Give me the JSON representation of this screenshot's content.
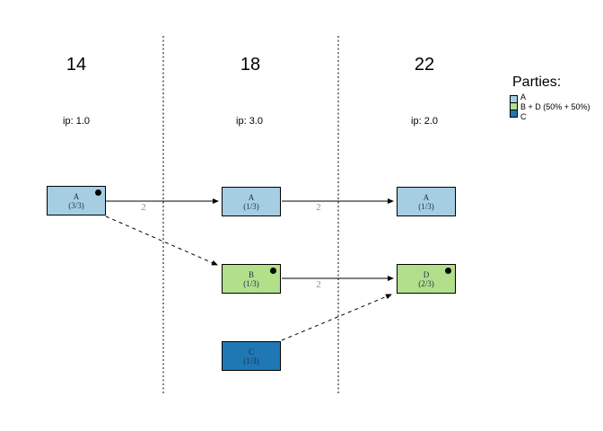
{
  "columns": [
    {
      "year": "14",
      "ip": "ip: 1.0"
    },
    {
      "year": "18",
      "ip": "ip: 3.0"
    },
    {
      "year": "22",
      "ip": "ip: 2.0"
    }
  ],
  "nodes": [
    {
      "id": "A-14",
      "column": "14",
      "label": "A",
      "share": "(3/3)",
      "party": "A",
      "color": "#a6cee3",
      "marker_dot": true
    },
    {
      "id": "A-18",
      "column": "18",
      "label": "A",
      "share": "(1/3)",
      "party": "A",
      "color": "#a6cee3",
      "marker_dot": false
    },
    {
      "id": "A-22",
      "column": "22",
      "label": "A",
      "share": "(1/3)",
      "party": "A",
      "color": "#a6cee3",
      "marker_dot": false
    },
    {
      "id": "B-18",
      "column": "18",
      "label": "B",
      "share": "(1/3)",
      "party": "B + D",
      "color": "#b2df8a",
      "marker_dot": true
    },
    {
      "id": "D-22",
      "column": "22",
      "label": "D",
      "share": "(2/3)",
      "party": "B + D",
      "color": "#b2df8a",
      "marker_dot": true
    },
    {
      "id": "C-18",
      "column": "18",
      "label": "C",
      "share": "(1/3)",
      "party": "C",
      "color": "#1f78b4",
      "marker_dot": false
    }
  ],
  "edges": [
    {
      "from": "A-14",
      "to": "A-18",
      "label": "2",
      "style": "solid"
    },
    {
      "from": "A-18",
      "to": "A-22",
      "label": "2",
      "style": "solid"
    },
    {
      "from": "B-18",
      "to": "D-22",
      "label": "2",
      "style": "solid"
    },
    {
      "from": "A-14",
      "to": "B-18",
      "style": "dashed"
    },
    {
      "from": "C-18",
      "to": "D-22",
      "style": "dashed"
    }
  ],
  "legend": {
    "title": "Parties:",
    "items": [
      {
        "label": "A",
        "color": "#a6cee3"
      },
      {
        "label": "B + D (50% + 50%)",
        "color": "#b2df8a"
      },
      {
        "label": "C",
        "color": "#1f78b4"
      }
    ]
  },
  "colors": {
    "background": "#ffffff",
    "node_border": "#000000",
    "edge_label": "#8f8f8f",
    "party_a": "#a6cee3",
    "party_b_d": "#b2df8a",
    "party_c": "#1f78b4"
  }
}
